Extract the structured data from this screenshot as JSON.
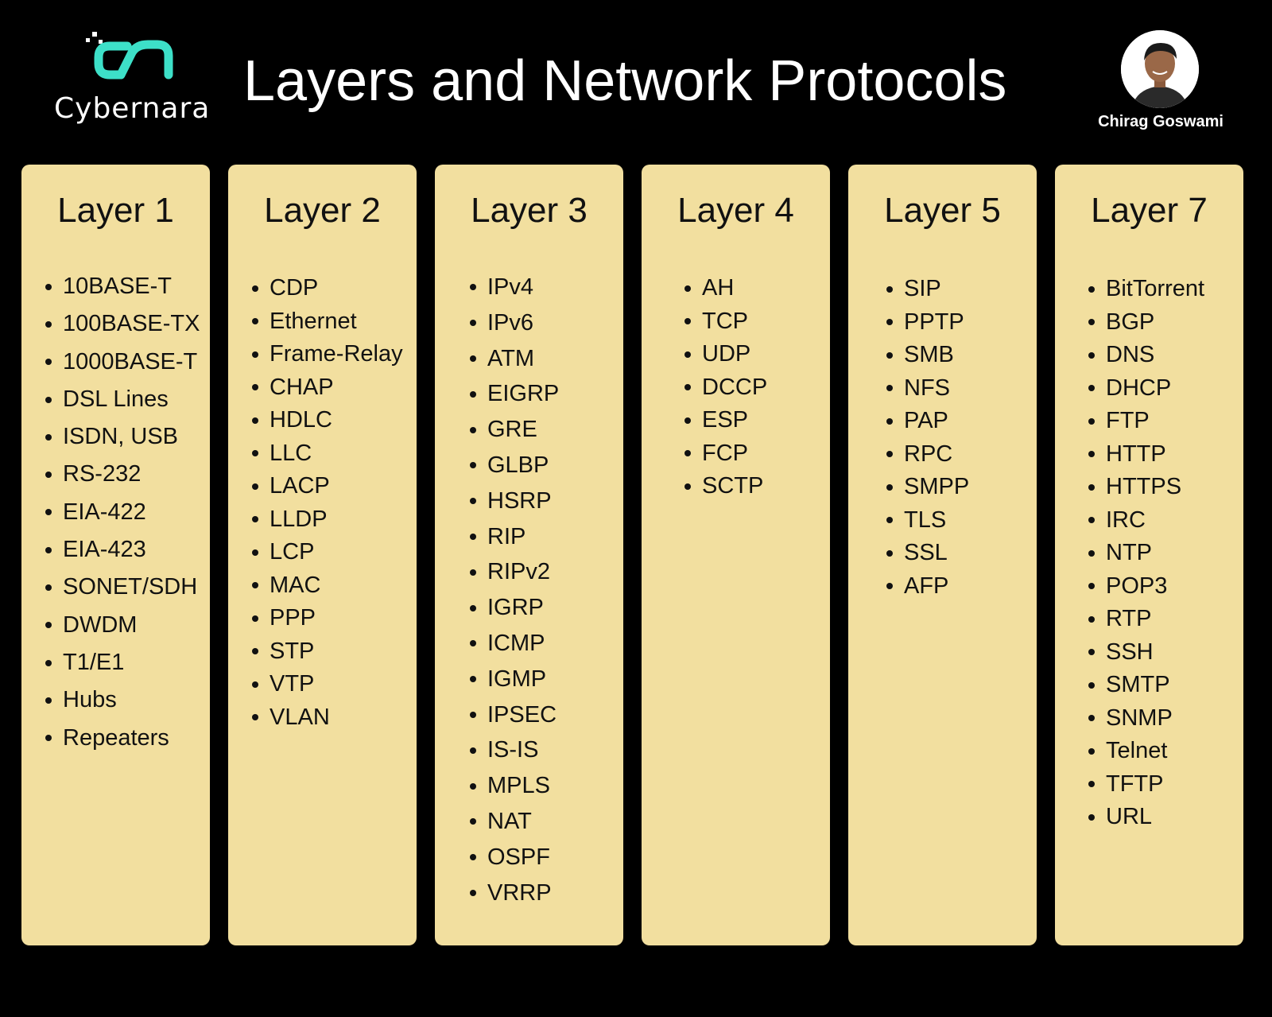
{
  "brand": {
    "name": "Cybernara",
    "accent_color": "#3de0c8"
  },
  "title": "Layers and Network Protocols",
  "author": {
    "name": "Chirag Goswami"
  },
  "colors": {
    "background": "#000000",
    "card": "#f2df9f",
    "text_dark": "#111111"
  },
  "layers": [
    {
      "title": "Layer 1",
      "items": [
        "10BASE-T",
        "100BASE-TX",
        "1000BASE-T",
        "DSL Lines",
        "ISDN, USB",
        "RS-232",
        "EIA-422",
        "EIA-423",
        "SONET/SDH",
        "DWDM",
        "T1/E1",
        "Hubs",
        "Repeaters"
      ]
    },
    {
      "title": "Layer 2",
      "items": [
        "CDP",
        "Ethernet",
        "Frame-Relay",
        "CHAP",
        "HDLC",
        "LLC",
        "LACP",
        "LLDP",
        "LCP",
        "MAC",
        "PPP",
        "STP",
        "VTP",
        "VLAN"
      ]
    },
    {
      "title": "Layer 3",
      "items": [
        "IPv4",
        "IPv6",
        "ATM",
        "EIGRP",
        "GRE",
        "GLBP",
        "HSRP",
        "RIP",
        "RIPv2",
        "IGRP",
        "ICMP",
        "IGMP",
        "IPSEC",
        "IS-IS",
        "MPLS",
        "NAT",
        "OSPF",
        "VRRP"
      ]
    },
    {
      "title": "Layer 4",
      "items": [
        "AH",
        "TCP",
        "UDP",
        "DCCP",
        "ESP",
        "FCP",
        "SCTP"
      ]
    },
    {
      "title": "Layer 5",
      "items": [
        "SIP",
        "PPTP",
        "SMB",
        "NFS",
        "PAP",
        "RPC",
        "SMPP",
        "TLS",
        "SSL",
        "AFP"
      ]
    },
    {
      "title": "Layer 7",
      "items": [
        "BitTorrent",
        "BGP",
        "DNS",
        "DHCP",
        "FTP",
        "HTTP",
        "HTTPS",
        "IRC",
        "NTP",
        "POP3",
        "RTP",
        "SSH",
        "SMTP",
        "SNMP",
        "Telnet",
        "TFTP",
        "URL"
      ]
    }
  ]
}
